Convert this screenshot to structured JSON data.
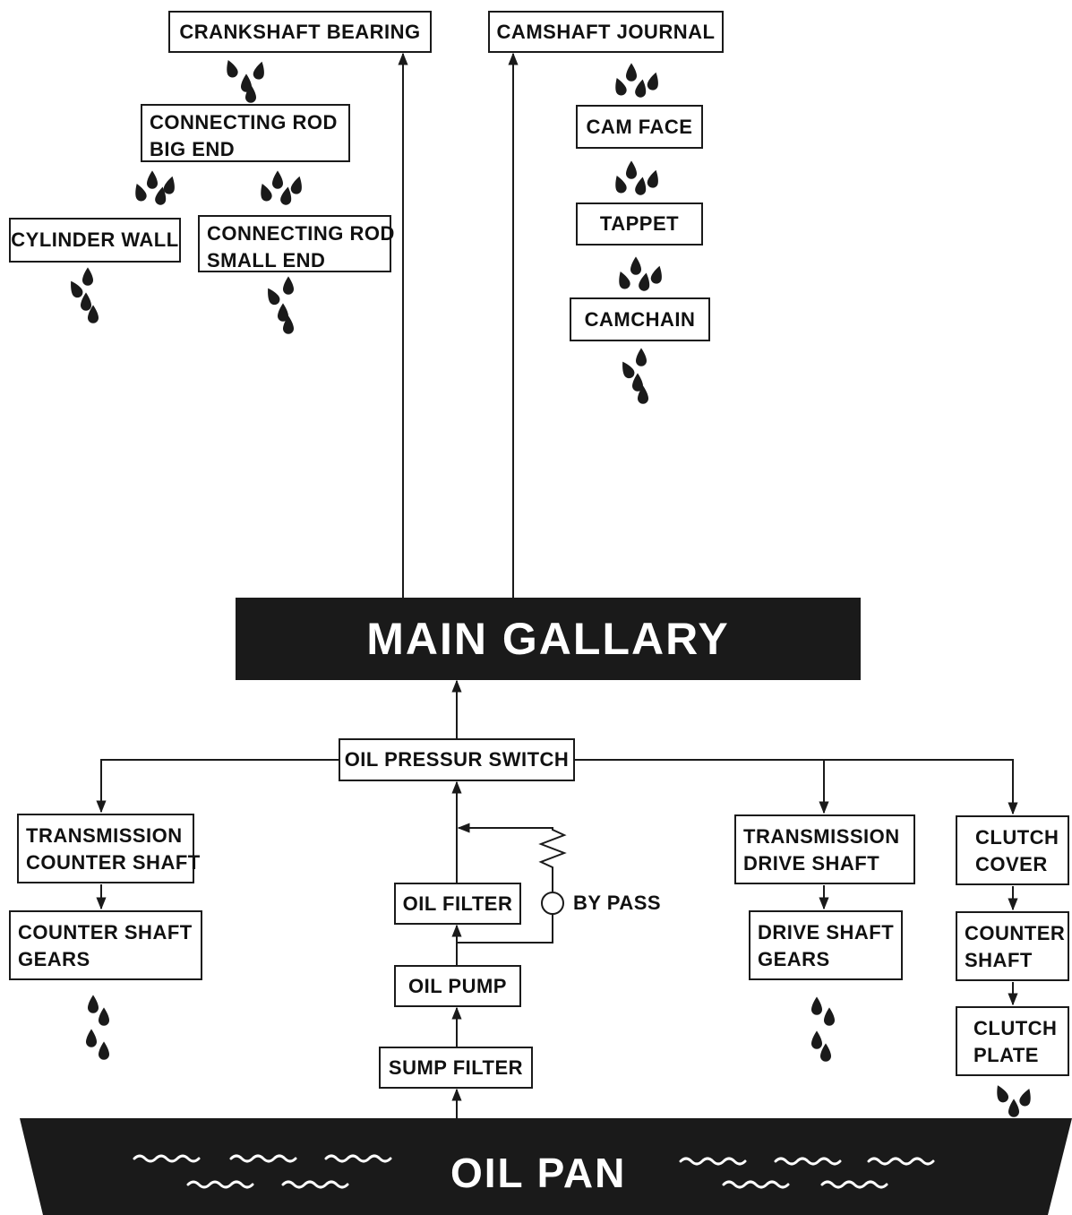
{
  "top_left": {
    "crankshaft_bearing": "CRANKSHAFT BEARING",
    "conrod_big_end": [
      "CONNECTING ROD",
      "BIG END"
    ],
    "cylinder_wall": "CYLINDER WALL",
    "conrod_small_end": [
      "CONNECTING ROD",
      "SMALL END"
    ]
  },
  "top_right": {
    "camshaft_journal": "CAMSHAFT JOURNAL",
    "cam_face": "CAM FACE",
    "tappet": "TAPPET",
    "cam_chain": "CAMCHAIN"
  },
  "main_gallery": "MAIN GALLARY",
  "center": {
    "oil_pressure_switch": "OIL PRESSUR SWITCH",
    "oil_filter": "OIL FILTER",
    "bypass": "BY PASS",
    "oil_pump": "OIL PUMP",
    "sump_filter": "SUMP FILTER"
  },
  "left_branch": {
    "transmission_counter_shaft": [
      "TRANSMISSION",
      "COUNTER SHAFT"
    ],
    "counter_shaft_gears": [
      "COUNTER SHAFT",
      "GEARS"
    ]
  },
  "right_branch": {
    "transmission_drive_shaft": [
      "TRANSMISSION",
      "DRIVE SHAFT"
    ],
    "drive_shaft_gears": [
      "DRIVE SHAFT",
      "GEARS"
    ]
  },
  "far_right_branch": {
    "clutch_cover": [
      "CLUTCH",
      "COVER"
    ],
    "counter_shaft": [
      "COUNTER",
      "SHAFT"
    ],
    "clutch_plate": [
      "CLUTCH",
      "PLATE"
    ]
  },
  "oil_pan": "OIL PAN",
  "colors": {
    "ink": "#1a1a1a",
    "background": "#ffffff"
  },
  "icons": [
    "oil-drop-icon",
    "oil-wave-icon",
    "bypass-spring-icon",
    "bypass-valve-icon"
  ]
}
